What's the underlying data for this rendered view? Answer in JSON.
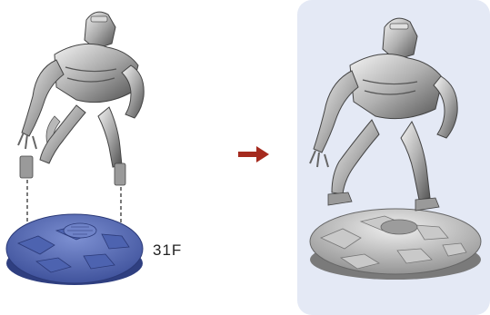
{
  "part_label": "31F",
  "colors": {
    "metal_light": "#e6e6e6",
    "metal_mid": "#a9a9a9",
    "metal_dark": "#5c5c5c",
    "base_blue": "#5b72bd",
    "base_blue_dark": "#2f3f80",
    "arrow_red": "#a52a1e",
    "panel_bg": "#e4e9f5"
  },
  "icons": {
    "arrow": "right-arrow-icon",
    "figure": "robot-miniature",
    "base": "round-stone-base"
  }
}
